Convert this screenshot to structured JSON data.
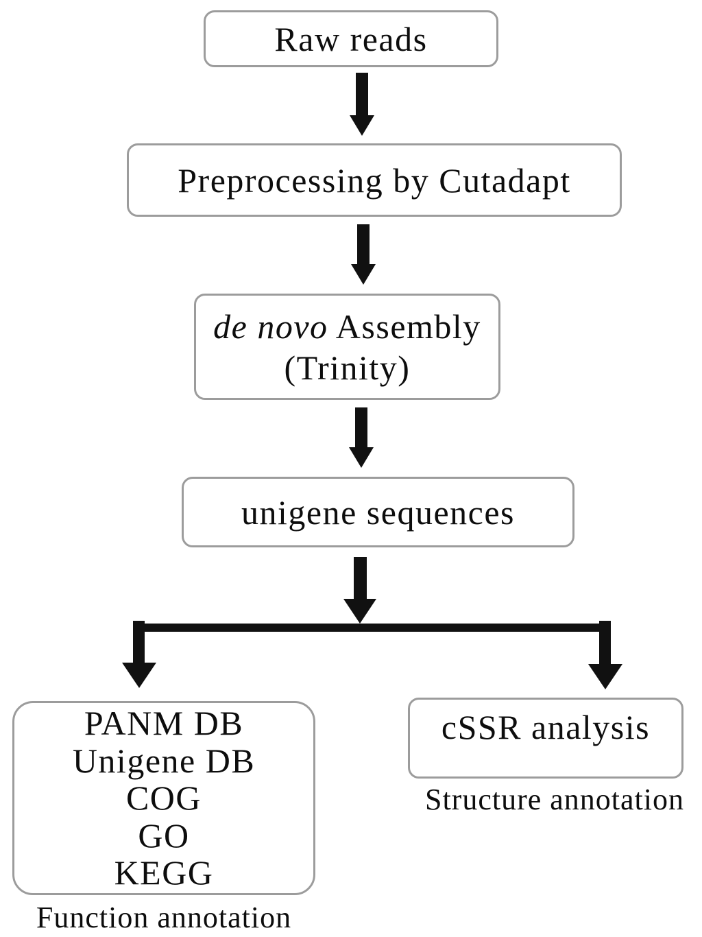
{
  "colors": {
    "background": "#ffffff",
    "node_border": "#9c9c9c",
    "arrow": "#111111",
    "text": "#0d0d0d"
  },
  "nodes": {
    "raw_reads": {
      "label": "Raw reads"
    },
    "preprocessing": {
      "label": "Preprocessing by Cutadapt"
    },
    "assembly": {
      "line1_italic": "de novo",
      "line1_rest": " Assembly",
      "line2": "(Trinity)"
    },
    "unigene": {
      "label": "unigene sequences"
    },
    "function_db": {
      "lines": [
        "PANM DB",
        "Unigene DB",
        "COG",
        "GO",
        "KEGG"
      ]
    },
    "cssr": {
      "label": "cSSR analysis"
    }
  },
  "labels": {
    "function_annotation": "Function annotation",
    "structure_annotation": "Structure annotation"
  }
}
